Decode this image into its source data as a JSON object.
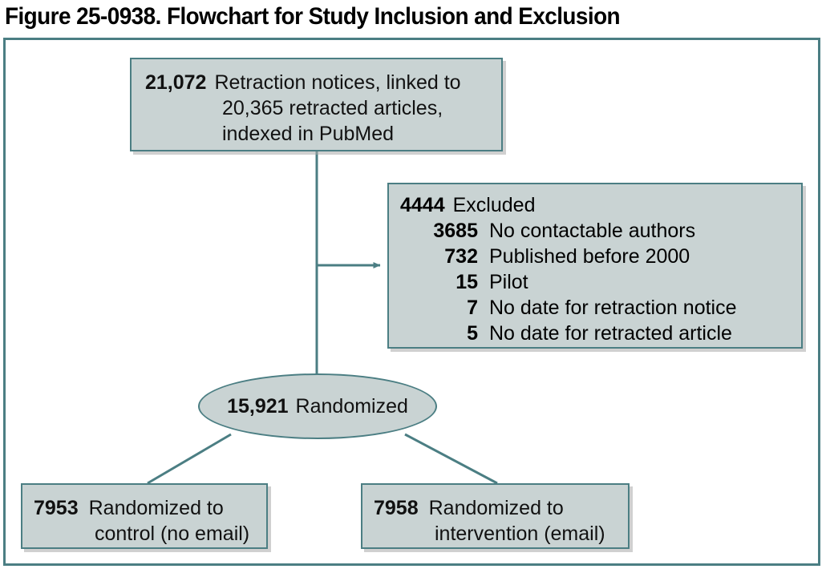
{
  "figure": {
    "title": "Figure 25-0938. Flowchart for Study Inclusion and Exclusion"
  },
  "colors": {
    "frame_border": "#4b7e83",
    "box_fill": "#c9d3d3",
    "box_border": "#4b7e83",
    "connector": "#4b7e83",
    "text": "#111111"
  },
  "chart_data": {
    "type": "diagram",
    "title": "Figure 25-0938. Flowchart for Study Inclusion and Exclusion",
    "nodes": [
      {
        "id": "enrollment",
        "shape": "rect",
        "count": "21,072",
        "label": "Retraction notices, linked to 20,365 retracted articles, indexed in PubMed"
      },
      {
        "id": "excluded",
        "shape": "rect",
        "count": "4444",
        "label": "Excluded"
      },
      {
        "id": "randomized",
        "shape": "ellipse",
        "count": "15,921",
        "label": "Randomized"
      },
      {
        "id": "control",
        "shape": "rect",
        "count": "7953",
        "label": "Randomized to control (no email)"
      },
      {
        "id": "intervention",
        "shape": "rect",
        "count": "7958",
        "label": "Randomized to intervention (email)"
      }
    ],
    "exclusion_reasons": [
      {
        "count": "3685",
        "reason": "No contactable authors"
      },
      {
        "count": "732",
        "reason": "Published before 2000"
      },
      {
        "count": "15",
        "reason": "Pilot"
      },
      {
        "count": "7",
        "reason": "No date for retraction notice"
      },
      {
        "count": "5",
        "reason": "No date for retracted article"
      }
    ],
    "edges": [
      {
        "from": "enrollment",
        "to": "excluded",
        "style": "arrow"
      },
      {
        "from": "enrollment",
        "to": "randomized",
        "style": "line"
      },
      {
        "from": "randomized",
        "to": "control",
        "style": "line"
      },
      {
        "from": "randomized",
        "to": "intervention",
        "style": "line"
      }
    ]
  },
  "top_box": {
    "count": "21,072",
    "line1": "Retraction notices, linked to",
    "line2": "20,365 retracted articles,",
    "line3": "indexed in PubMed"
  },
  "excluded_box": {
    "count": "4444",
    "label": "Excluded",
    "rows": [
      {
        "count": "3685",
        "text": "No contactable authors"
      },
      {
        "count": "732",
        "text": "Published before 2000"
      },
      {
        "count": "15",
        "text": "Pilot"
      },
      {
        "count": "7",
        "text": "No date for retraction notice"
      },
      {
        "count": "5",
        "text": "No date for retracted article"
      }
    ]
  },
  "randomized_ellipse": {
    "count": "15,921",
    "label": "Randomized"
  },
  "control_box": {
    "count": "7953",
    "line1": "Randomized to",
    "line2": "control (no email)"
  },
  "intervention_box": {
    "count": "7958",
    "line1": "Randomized to",
    "line2": "intervention (email)"
  }
}
